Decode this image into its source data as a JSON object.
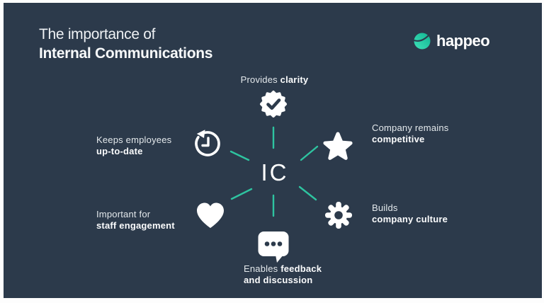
{
  "slide": {
    "title": {
      "line1": "The importance of",
      "line2": "Internal Communications"
    },
    "logo": {
      "text": "happeo"
    },
    "hub": {
      "label": "IC"
    },
    "colors": {
      "background": "#2c3a4b",
      "accent_line": "#2ec4a0",
      "logo_teal_light": "#3ee3b9",
      "logo_teal_dark": "#12b391",
      "text_primary": "#ffffff"
    },
    "nodes": {
      "clarity": {
        "icon": "badge-check-icon",
        "regular": "Provides",
        "bold": "clarity"
      },
      "competitive": {
        "icon": "star-icon",
        "line1": "Company remains",
        "line2": "competitive"
      },
      "culture": {
        "icon": "gear-icon",
        "line1": "Builds",
        "line2": "company culture"
      },
      "feedback": {
        "icon": "speech-bubble-icon",
        "line1_regular": "Enables",
        "line1_bold": "feedback",
        "line2": "and discussion"
      },
      "engagement": {
        "icon": "heart-icon",
        "line1": "Important for",
        "line2": "staff engagement"
      },
      "uptodate": {
        "icon": "clock-history-icon",
        "line1": "Keeps employees",
        "line2": "up-to-date"
      }
    }
  }
}
